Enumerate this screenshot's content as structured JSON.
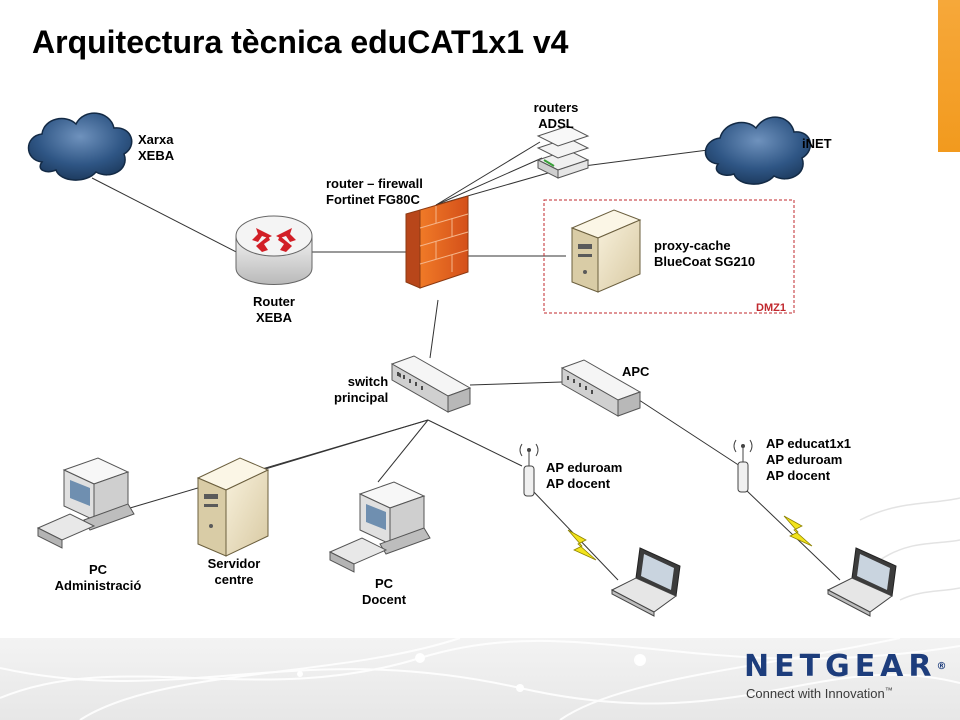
{
  "title": "Arquitectura tècnica eduCAT1x1 v4",
  "colors": {
    "accent_orange": "#f29a1e",
    "firewall_orange": "#e8631b",
    "dmz_red": "#c0282d",
    "cloud_dark": "#23466e",
    "netgear_blue": "#1d3d7c",
    "lightning_yellow": "#f2e31c"
  },
  "nodes": {
    "xarxa_xeba": {
      "line1": "Xarxa",
      "line2": "XEBA",
      "icon": "cloud-icon"
    },
    "inet": {
      "line1": "iNET",
      "icon": "cloud-icon"
    },
    "routers_adsl": {
      "line1": "routers",
      "line2": "ADSL",
      "icon": "adsl-router-icon"
    },
    "router_firewall": {
      "line1": "router – firewall",
      "line2": "Fortinet FG80C",
      "icon": "firewall-icon"
    },
    "router_xeba": {
      "line1": "Router",
      "line2": "XEBA",
      "icon": "router-icon"
    },
    "proxy_cache": {
      "line1": "proxy-cache",
      "line2": "BlueCoat SG210",
      "icon": "server-icon"
    },
    "switch_principal": {
      "line1": "switch",
      "line2": "principal",
      "icon": "switch-icon"
    },
    "apc": {
      "line1": "APC",
      "icon": "switch-icon"
    },
    "ap_1": {
      "line1": "AP eduroam",
      "line2": "AP docent",
      "icon": "access-point-icon"
    },
    "ap_2": {
      "line1": "AP educat1x1",
      "line2": "AP eduroam",
      "line3": "AP docent",
      "icon": "access-point-icon"
    },
    "pc_admin": {
      "line1": "PC",
      "line2": "Administració",
      "icon": "desktop-pc-icon"
    },
    "servidor_centre": {
      "line1": "Servidor",
      "line2": "centre",
      "icon": "server-icon"
    },
    "pc_docent": {
      "line1": "PC",
      "line2": "Docent",
      "icon": "desktop-pc-icon"
    },
    "laptop_1": {
      "icon": "laptop-icon"
    },
    "laptop_2": {
      "icon": "laptop-icon"
    }
  },
  "dmz": {
    "label": "DMZ1"
  },
  "brand": {
    "name": "NETGEAR",
    "reg": "®",
    "tagline": "Connect with Innovation",
    "tm": "™"
  }
}
